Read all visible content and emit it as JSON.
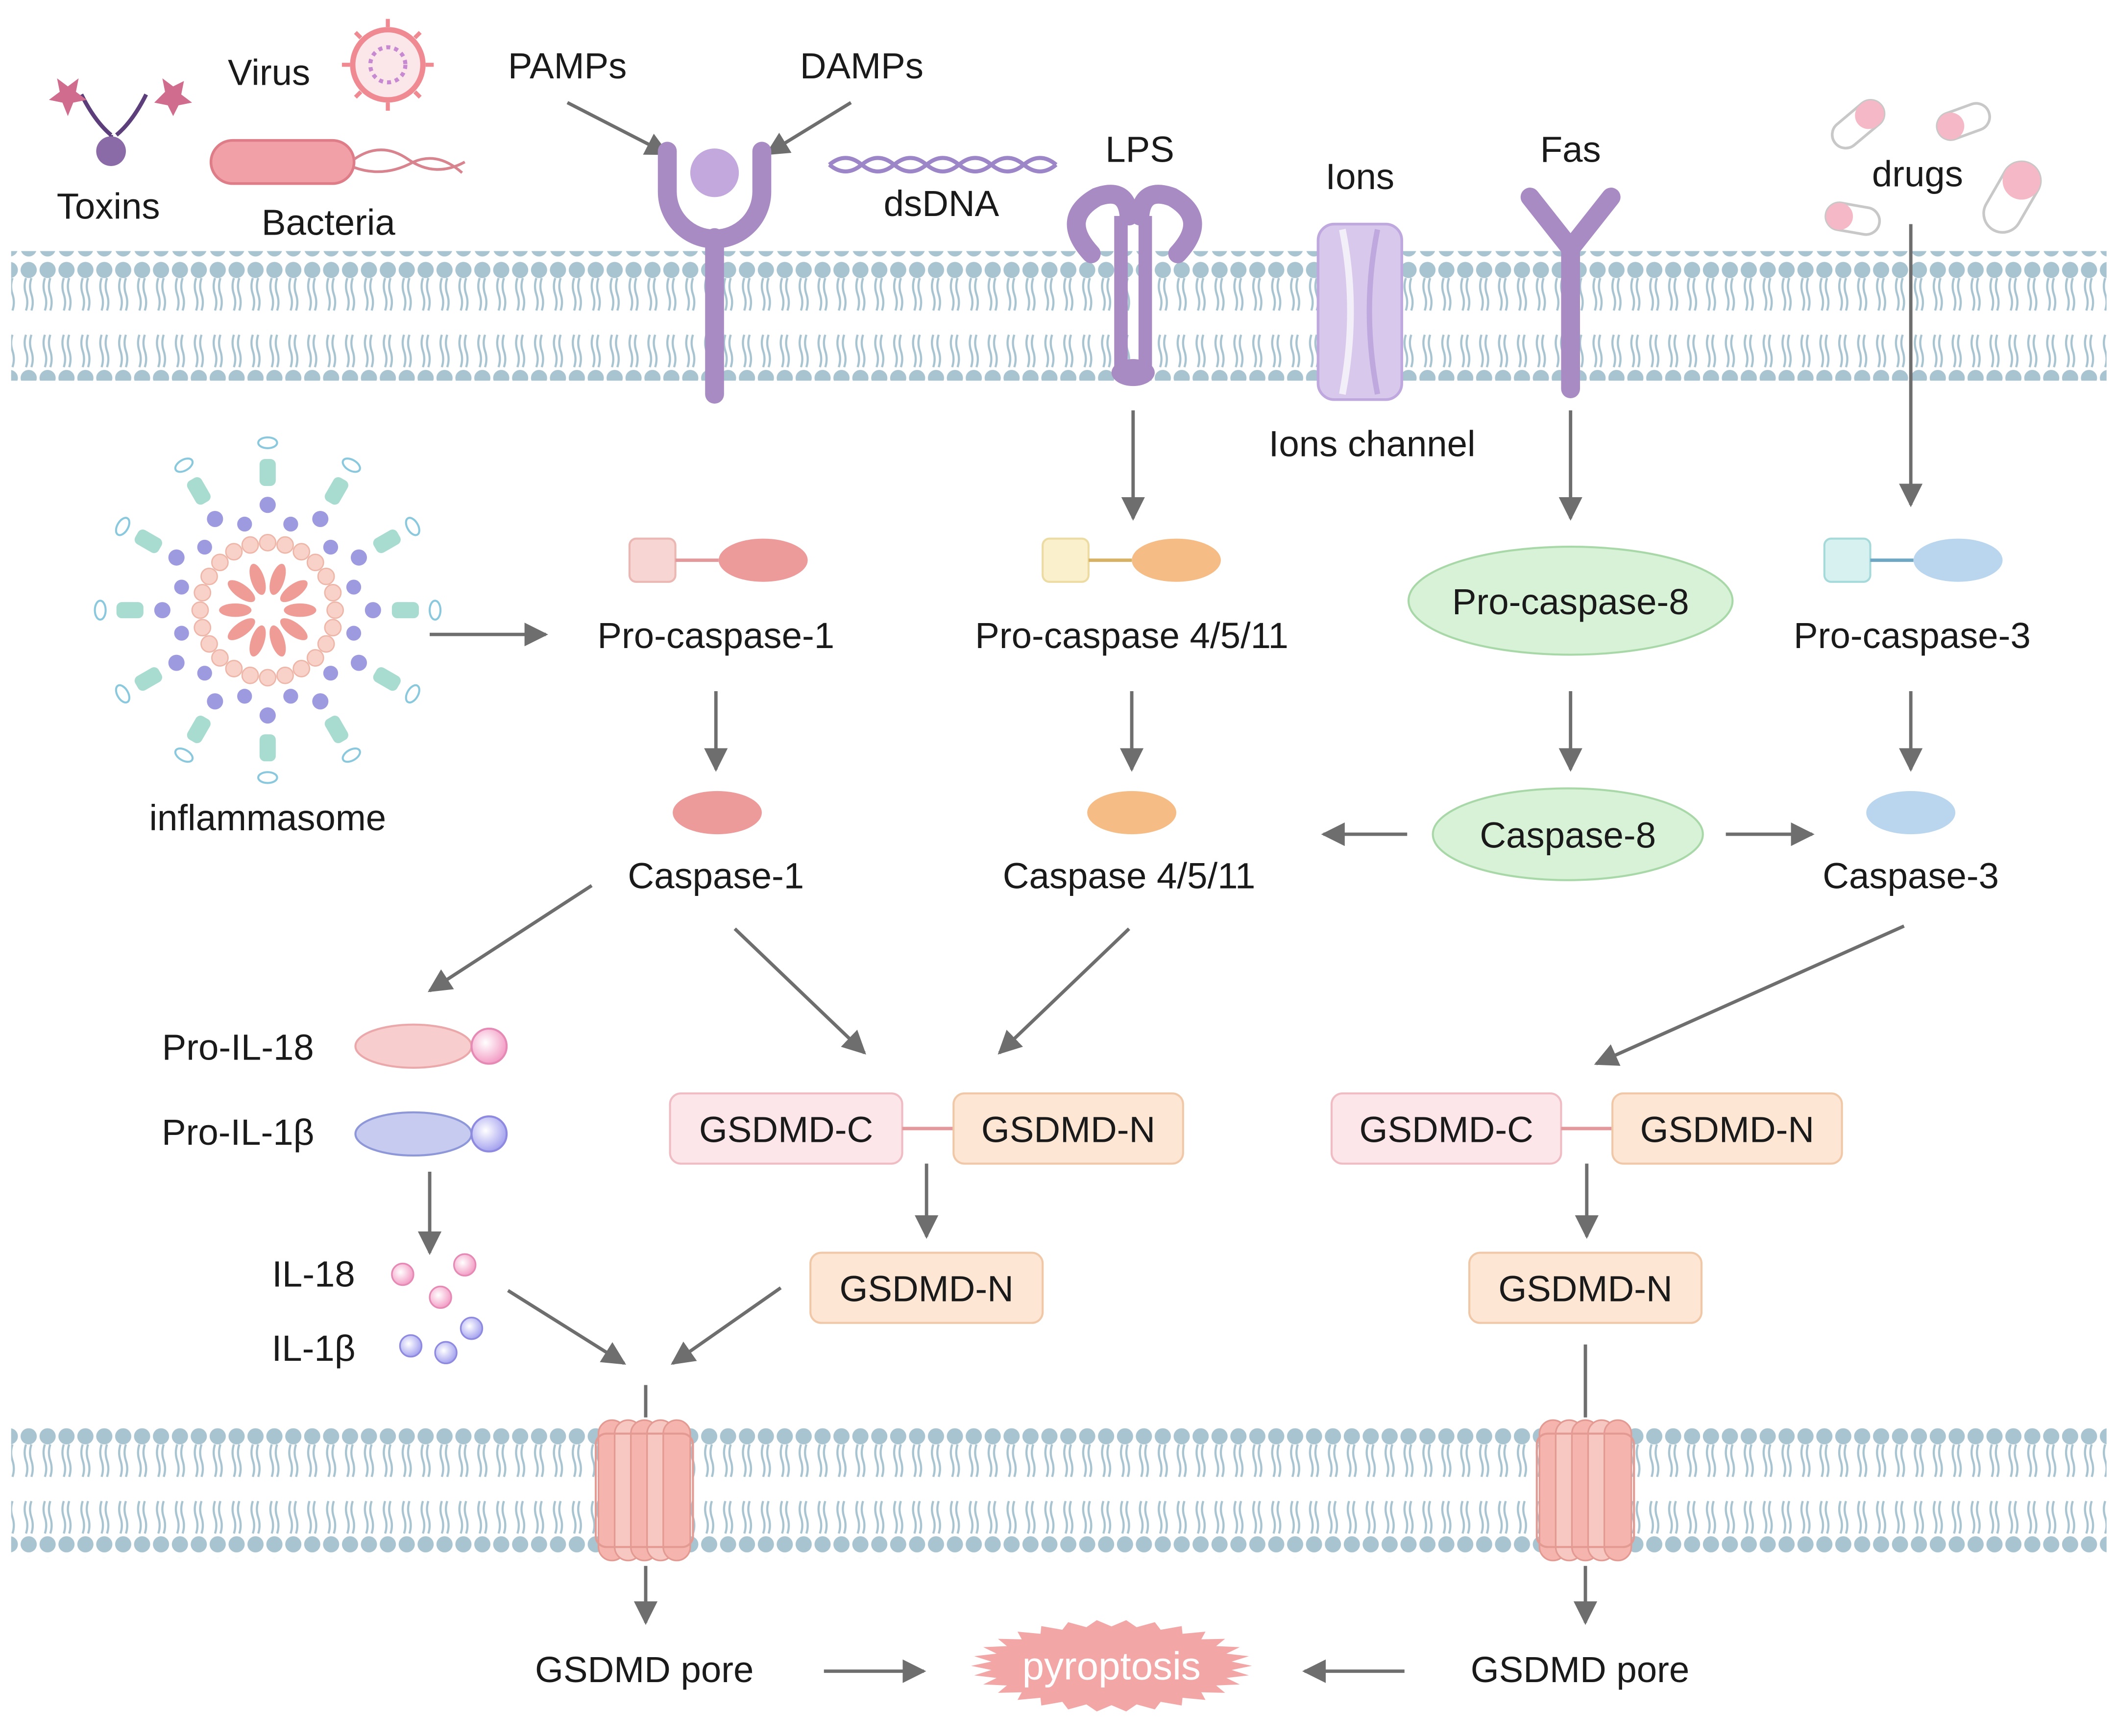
{
  "labels": {
    "toxins": "Toxins",
    "virus": "Virus",
    "bacteria": "Bacteria",
    "pamps": "PAMPs",
    "damps": "DAMPs",
    "dsdna": "dsDNA",
    "lps": "LPS",
    "ions": "Ions",
    "ions_channel": "Ions channel",
    "fas": "Fas",
    "drugs": "drugs",
    "inflammasome": "inflammasome",
    "pro_caspase_1": "Pro-caspase-1",
    "pro_caspase_4_5_11": "Pro-caspase 4/5/11",
    "pro_caspase_8": "Pro-caspase-8",
    "pro_caspase_3": "Pro-caspase-3",
    "caspase_1": "Caspase-1",
    "caspase_4_5_11": "Caspase 4/5/11",
    "caspase_8": "Caspase-8",
    "caspase_3": "Caspase-3",
    "pro_il_18": "Pro-IL-18",
    "pro_il_1b": "Pro-IL-1β",
    "il_18": "IL-18",
    "il_1b": "IL-1β",
    "gsdmd_c": "GSDMD-C",
    "gsdmd_n": "GSDMD-N",
    "gsdmd_pore": "GSDMD pore",
    "pyroptosis": "pyroptosis"
  },
  "colors": {
    "membrane": "#a9c4d1",
    "receptor": "#a98bc4",
    "caspase1": "#ec9a9a",
    "caspase4": "#f6bc86",
    "caspase8": "#d4f0d4",
    "caspase3": "#b9d6ee",
    "gsdmd_c": "#fde6ea",
    "gsdmd_n": "#fde6d4",
    "pore": "#f5bbb5",
    "pyroptosis": "#f3a6a6",
    "arrow": "#6e6e6e"
  }
}
